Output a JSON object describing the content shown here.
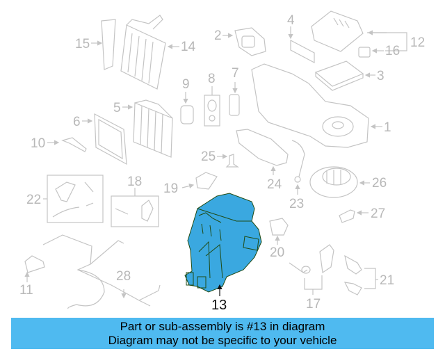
{
  "diagram": {
    "highlighted_part": "13",
    "highlight_color": "#3aa8e0",
    "line_color": "#c4c4c4",
    "callouts": [
      {
        "id": "1",
        "label": "1"
      },
      {
        "id": "2",
        "label": "2"
      },
      {
        "id": "3",
        "label": "3"
      },
      {
        "id": "4",
        "label": "4"
      },
      {
        "id": "5",
        "label": "5"
      },
      {
        "id": "6",
        "label": "6"
      },
      {
        "id": "7",
        "label": "7"
      },
      {
        "id": "8",
        "label": "8"
      },
      {
        "id": "9",
        "label": "9"
      },
      {
        "id": "10",
        "label": "10"
      },
      {
        "id": "11",
        "label": "11"
      },
      {
        "id": "12",
        "label": "12"
      },
      {
        "id": "13",
        "label": "13"
      },
      {
        "id": "14",
        "label": "14"
      },
      {
        "id": "15",
        "label": "15"
      },
      {
        "id": "16",
        "label": "16"
      },
      {
        "id": "17",
        "label": "17"
      },
      {
        "id": "18",
        "label": "18"
      },
      {
        "id": "19",
        "label": "19"
      },
      {
        "id": "20",
        "label": "20"
      },
      {
        "id": "21",
        "label": "21"
      },
      {
        "id": "22",
        "label": "22"
      },
      {
        "id": "23",
        "label": "23"
      },
      {
        "id": "24",
        "label": "24"
      },
      {
        "id": "25",
        "label": "25"
      },
      {
        "id": "26",
        "label": "26"
      },
      {
        "id": "27",
        "label": "27"
      },
      {
        "id": "28",
        "label": "28"
      }
    ]
  },
  "banner": {
    "line1": "Part or sub-assembly is #13 in diagram",
    "line2": "Diagram may not be specific to your vehicle",
    "background": "#4fbaf0"
  }
}
